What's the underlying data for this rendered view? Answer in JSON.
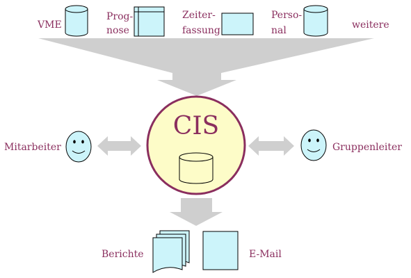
{
  "sources": {
    "vme": "VME",
    "prognose_line1": "Prog-",
    "prognose_line2": "nose",
    "zeit_line1": "Zeiter-",
    "zeit_line2": "fassung",
    "personal_line1": "Perso-",
    "personal_line2": "nal",
    "weitere": "weitere"
  },
  "center": {
    "title": "CIS"
  },
  "people": {
    "left": "Mitarbeiter",
    "right": "Gruppenleiter"
  },
  "outputs": {
    "berichte": "Berichte",
    "email": "E-Mail"
  },
  "colors": {
    "label_text": "#8a2e5e",
    "shape_fill": "#ccf4fa",
    "cis_fill": "#fdfcc8",
    "cis_border": "#8a2e5e",
    "arrow_fill": "#cfcfcf"
  }
}
